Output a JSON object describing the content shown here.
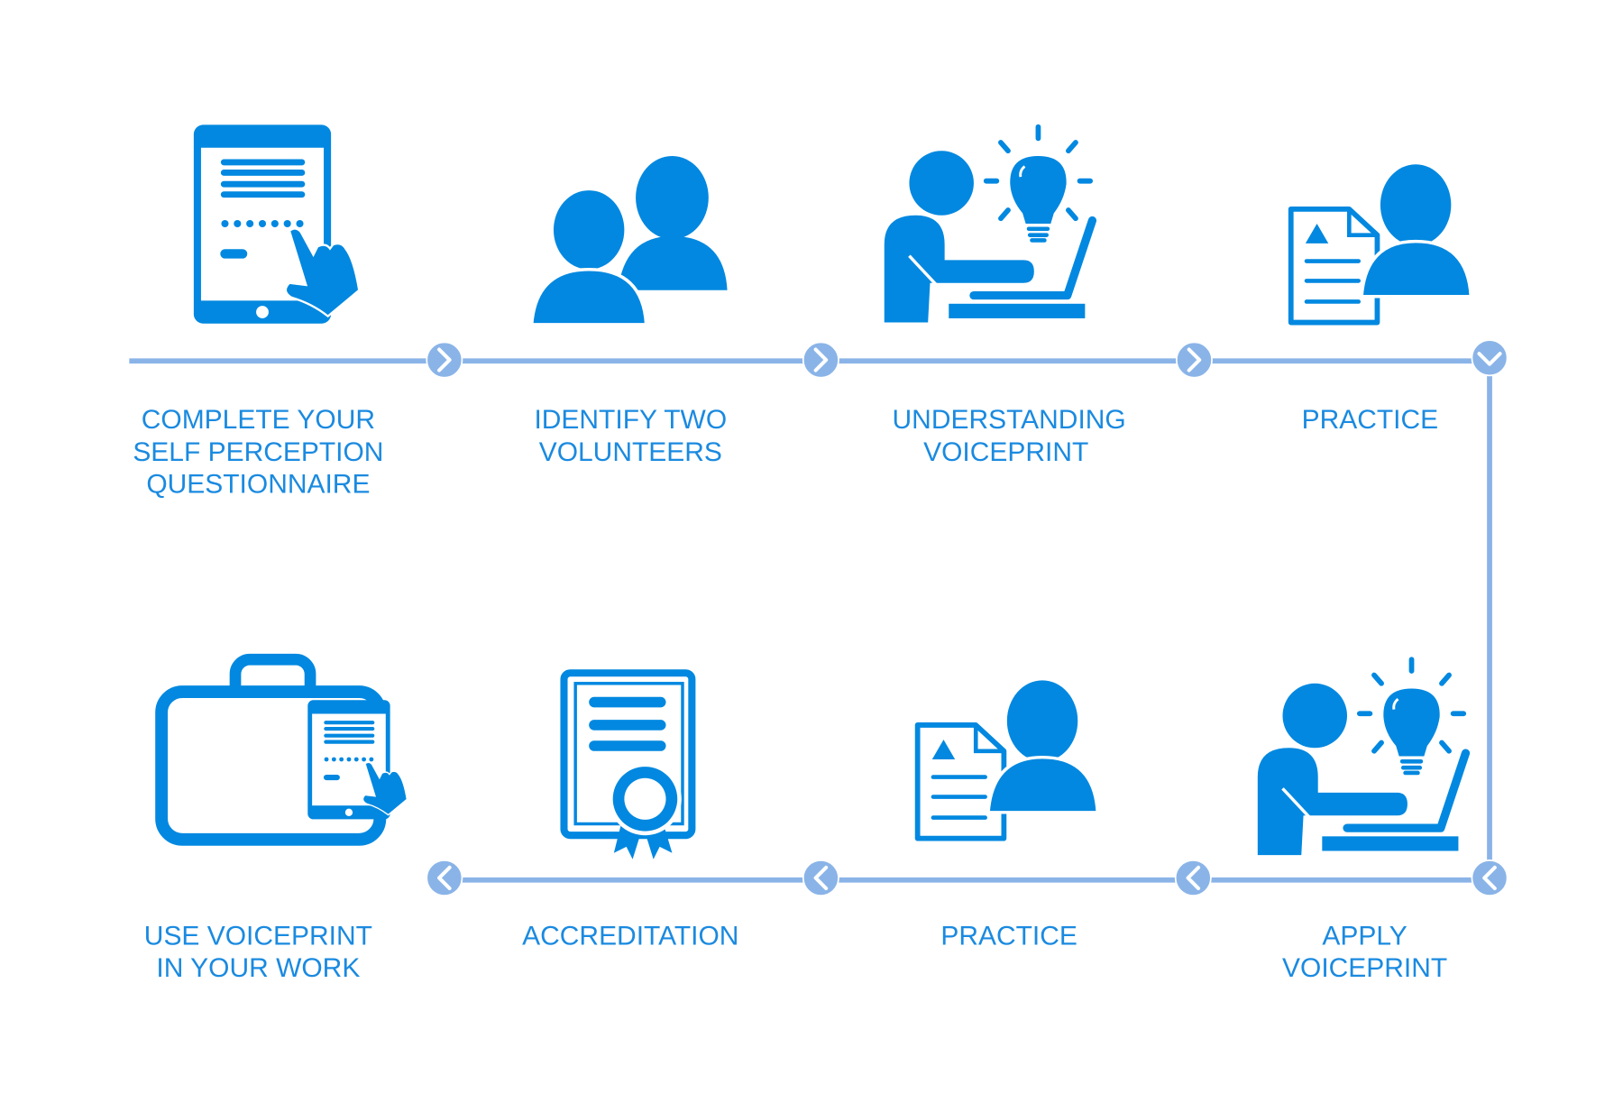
{
  "colors": {
    "icon": "#0288e0",
    "text": "#1a8ae0",
    "connector": "#8ab4e8"
  },
  "steps": [
    {
      "icon": "tablet-questionnaire-icon",
      "lines": [
        "COMPLETE YOUR",
        "SELF PERCEPTION",
        "QUESTIONNAIRE"
      ]
    },
    {
      "icon": "two-people-icon",
      "lines": [
        "IDENTIFY TWO",
        "VOLUNTEERS"
      ]
    },
    {
      "icon": "person-laptop-lightbulb-icon",
      "lines": [
        "UNDERSTANDING",
        "VOICEPRINT"
      ]
    },
    {
      "icon": "document-person-icon",
      "lines": [
        "PRACTICE"
      ]
    },
    {
      "icon": "person-laptop-lightbulb-icon",
      "lines": [
        "APPLY",
        "VOICEPRINT"
      ]
    },
    {
      "icon": "document-person-icon",
      "lines": [
        "PRACTICE"
      ]
    },
    {
      "icon": "certificate-icon",
      "lines": [
        "ACCREDITATION"
      ]
    },
    {
      "icon": "briefcase-tablet-icon",
      "lines": [
        "USE VOICEPRINT",
        "IN YOUR WORK"
      ]
    }
  ]
}
